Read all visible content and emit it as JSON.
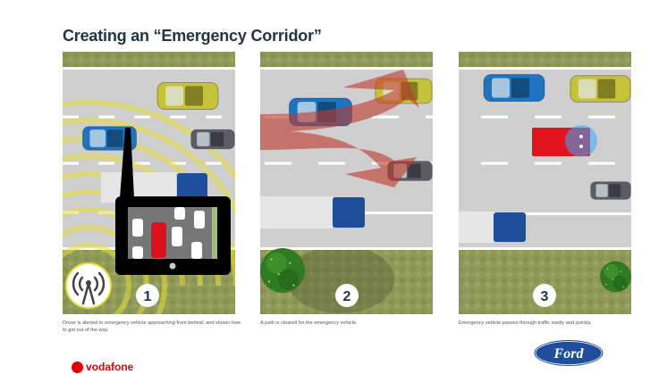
{
  "title": "Creating an “Emergency Corridor”",
  "panels": [
    {
      "number": "1",
      "caption": "Driver is alerted to emergency vehicle approaching from behind, and shown how to get out of the way."
    },
    {
      "number": "2",
      "caption": "A path is cleared for the emergency vehicle."
    },
    {
      "number": "3",
      "caption": "Emergency vehicle passes through traffic easily and quickly."
    }
  ],
  "logos": {
    "ford": "Ford",
    "vodafone": "vodafone"
  },
  "colors": {
    "title": "#243447",
    "grass": "#8f9a58",
    "road": "#cfcfcf",
    "arrow": "#c0392b",
    "ford_blue": "#1f4e9c",
    "vodafone_red": "#e60000"
  }
}
